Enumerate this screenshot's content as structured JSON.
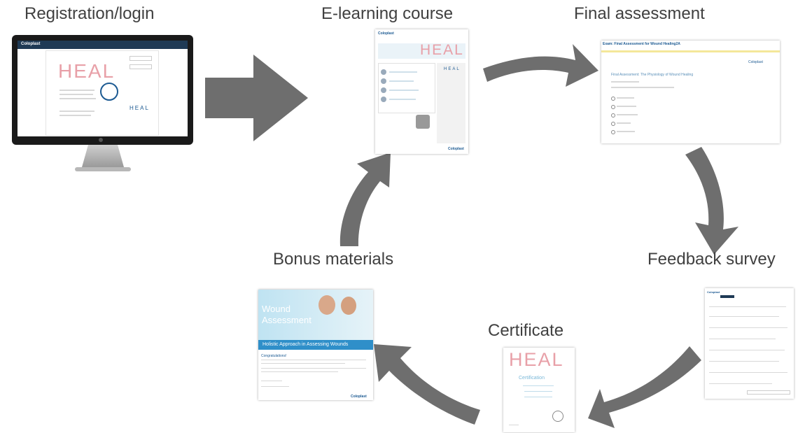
{
  "steps": {
    "registration": "Registration/login",
    "elearning": "E-learning course",
    "assessment": "Final assessment",
    "feedback": "Feedback survey",
    "certificate": "Certificate",
    "bonus": "Bonus materials"
  },
  "screens": {
    "brand": "Coloplast",
    "heal": "HEAL",
    "assessment_title": "Exam: Final Assessment for Wound Healing2A",
    "assessment_heading": "Final Assessment: The Physiology of Wound Healing",
    "wound_title_1": "Wound",
    "wound_title_2": "Assessment",
    "wound_banner": "Holistic Approach in Assessing Wounds",
    "congrats": "Congratulations!",
    "certificate_title": "Certification"
  },
  "colors": {
    "arrow": "#6e6e6e",
    "heal_pink": "#e8a0a8",
    "heal_blue": "#7ab8d8",
    "brand_blue": "#1c5a92",
    "banner_blue": "#2f8fc9"
  }
}
